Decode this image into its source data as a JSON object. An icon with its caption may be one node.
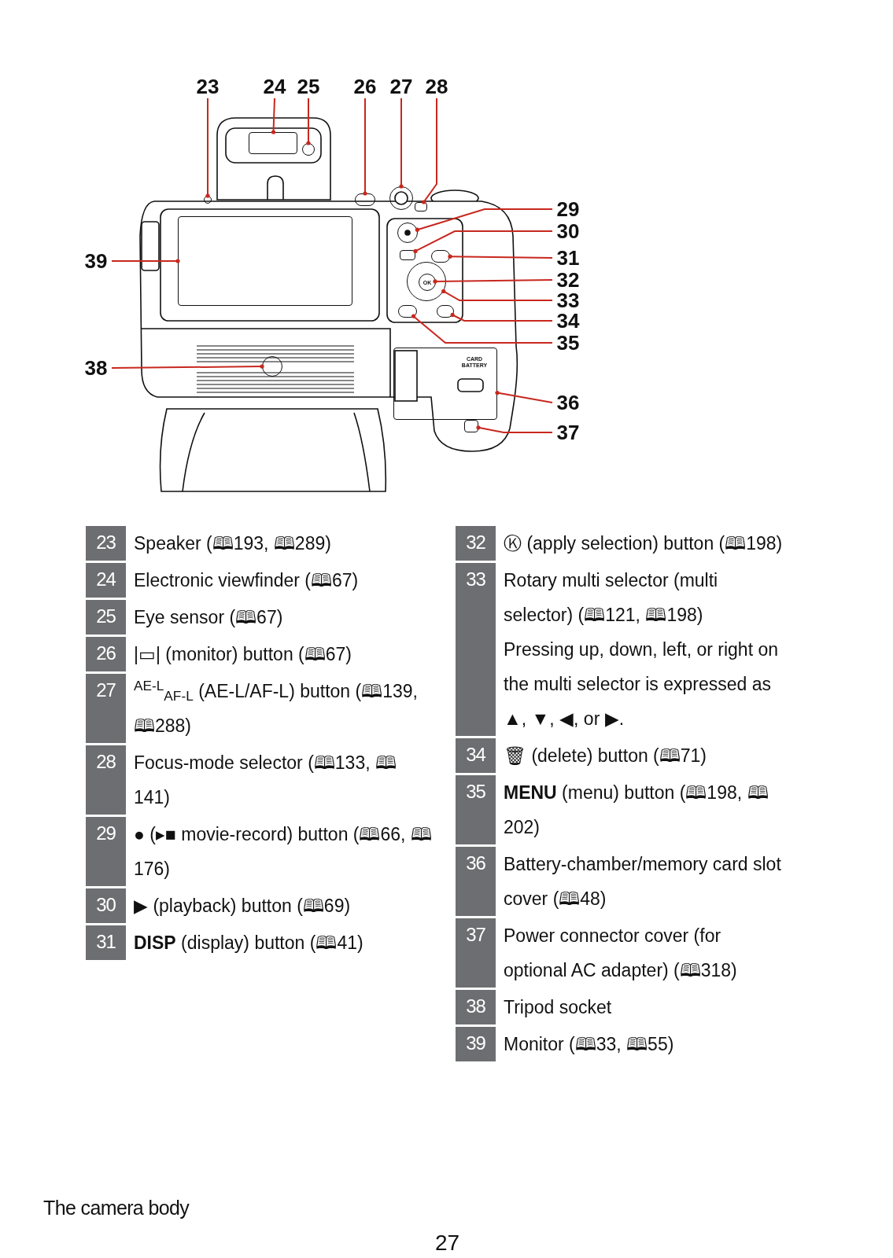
{
  "diagram": {
    "nodes": [
      {
        "text": [
          "23"
        ]
      },
      {
        "text": [
          "24"
        ]
      },
      {
        "text": [
          "25"
        ]
      },
      {
        "text": [
          "26"
        ]
      },
      {
        "text": [
          "27"
        ]
      },
      {
        "text": [
          "28"
        ]
      },
      {
        "text": [
          "29"
        ]
      },
      {
        "text": [
          "30"
        ]
      },
      {
        "text": [
          "31"
        ]
      },
      {
        "text": [
          "32"
        ]
      },
      {
        "text": [
          "33"
        ]
      },
      {
        "text": [
          "34"
        ]
      },
      {
        "text": [
          "35"
        ]
      },
      {
        "text": [
          "36"
        ]
      },
      {
        "text": [
          "37"
        ]
      },
      {
        "text": [
          "38"
        ]
      },
      {
        "text": [
          "39"
        ]
      },
      {
        "text": [],
        "shape": "circle"
      },
      {
        "text": [
          "OK"
        ],
        "in": 17
      },
      {
        "text": [
          "CARD BATTERY"
        ]
      },
      {
        "text": [],
        "shape": "circle"
      },
      {
        "text": [],
        "shape": "box"
      },
      {
        "text": [],
        "shape": "circle"
      },
      {
        "text": [],
        "shape": "circle"
      },
      {
        "text": [],
        "shape": "circle"
      },
      {
        "text": [],
        "shape": "box"
      },
      {
        "text": [],
        "shape": "circle"
      },
      {
        "text": [],
        "shape": "box"
      },
      {
        "text": [],
        "shape": "circle"
      },
      {
        "text": [],
        "shape": "circle"
      },
      {
        "text": [],
        "shape": "circle"
      },
      {
        "text": [],
        "shape": "box"
      },
      {
        "text": [],
        "shape": "circle"
      },
      {
        "text": [],
        "shape": "box"
      }
    ],
    "edges": [
      {
        "from": 0,
        "to": 20,
        "arrow": "other"
      },
      {
        "from": 1,
        "to": 21,
        "arrow": "other"
      },
      {
        "from": 2,
        "to": 22,
        "arrow": "other"
      },
      {
        "from": 3,
        "to": 23,
        "arrow": "other"
      },
      {
        "from": 4,
        "to": 24,
        "arrow": "other"
      },
      {
        "from": 5,
        "to": 25,
        "arrow": "other"
      },
      {
        "from": 6,
        "to": 26,
        "arrow": "other"
      },
      {
        "from": 7,
        "to": 27,
        "arrow": "other"
      },
      {
        "from": 8,
        "to": 28,
        "arrow": "other"
      },
      {
        "from": 9,
        "to": 18,
        "arrow": "other"
      },
      {
        "from": 10,
        "to": 17,
        "arrow": "other"
      },
      {
        "from": 11,
        "to": 29,
        "arrow": "other"
      },
      {
        "from": 12,
        "to": 30,
        "arrow": "other"
      },
      {
        "from": 13,
        "to": 19,
        "arrow": "other"
      },
      {
        "from": 14,
        "to": 31,
        "arrow": "other"
      },
      {
        "from": 15,
        "to": 32,
        "arrow": "other"
      },
      {
        "from": 16,
        "to": 33,
        "arrow": "other"
      }
    ],
    "labels": [
      "23",
      "Speaker (🕮193, 🕮289)",
      "24",
      "Electronic viewfinder (🕮67)",
      "25",
      "Eye sensor (🕮67)",
      "26",
      "|▭| (monitor) button (🕮67)",
      "27",
      "$^{AE-L}$$_{AF-L}$ (AE-L/AF-L) button (🕮139, 🕮288)",
      "28",
      "Focus-mode selector (🕮133, 🕮141)",
      "29",
      "● (▸■ movie-record) button (🕮66, 🕮176)",
      "30",
      "▶ (playback) button (🕮69)",
      "31",
      "**DISP** (display) button (🕮41)",
      "32",
      "Ⓚ (apply selection) button (🕮198)",
      "33",
      "Rotary multi selector (multi selector) (🕮121, 🕮198)",
      "Pressing up, down, left, or right on the multi selector is expressed as ▲, ▼, ◀, or ▶.",
      "34",
      "🗑 (delete) button (🕮71)",
      "35",
      "**MENU** (menu) button (🕮198, 🕮202)",
      "36",
      "Battery-chamber/memory card slot cover (🕮48)",
      "37",
      "Power connector cover (for optional AC adapter) (🕮318)",
      "38",
      "Tripod socket",
      "39",
      "Monitor (🕮33, 🕮55)",
      "The camera body",
      "27"
    ]
  }
}
